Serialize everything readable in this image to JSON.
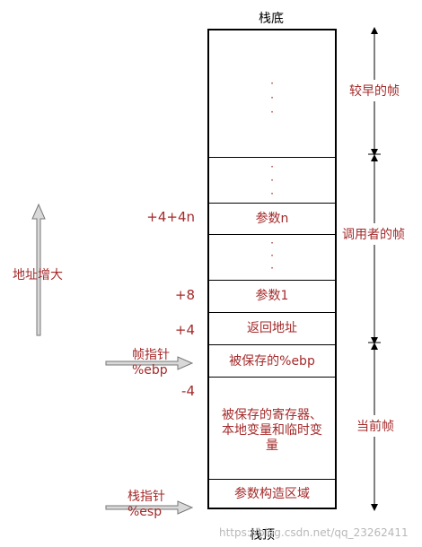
{
  "stack": {
    "bottom_label": "栈底",
    "top_label": "栈顶",
    "cells": {
      "param_n": "参数n",
      "param_1": "参数1",
      "return_addr": "返回地址",
      "saved_ebp": "被保存的%ebp",
      "saved_regs": "被保存的寄存器、本地变量和临时变量",
      "arg_build": "参数构造区域"
    },
    "dots": "·"
  },
  "offsets": {
    "param_n": "+4+4n",
    "param_1": "+8",
    "return_addr": "+4",
    "below_ebp": "-4"
  },
  "frames": {
    "earlier": "较早的帧",
    "caller": "调用者的帧",
    "current": "当前帧"
  },
  "address": {
    "label": "地址增大"
  },
  "pointers": {
    "frame_pointer_name": "帧指针",
    "frame_pointer_reg": "%ebp",
    "stack_pointer_name": "栈指针",
    "stack_pointer_reg": "%esp"
  },
  "watermark": "https://blog.csdn.net/qq_23262411",
  "colors": {
    "text": "#a52a2a",
    "border": "#000000",
    "arrow_fill": "#d9d9d9",
    "arrow_stroke": "#777777"
  }
}
